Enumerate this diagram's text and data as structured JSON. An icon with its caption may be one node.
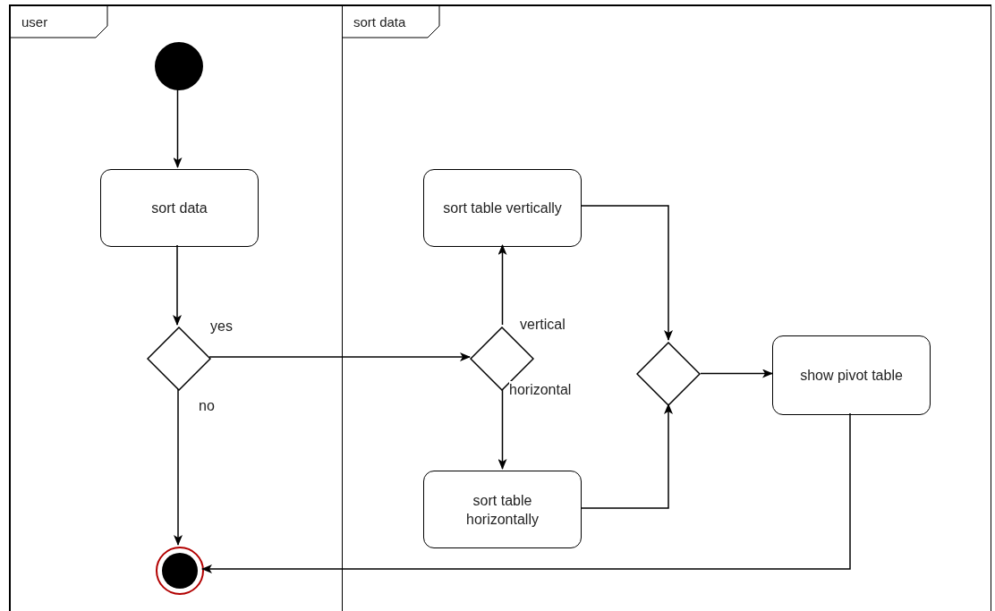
{
  "diagram": {
    "nodes": [
      {
        "text": [
          "user"
        ]
      },
      {
        "text": [
          "sort data"
        ]
      },
      {
        "text": [],
        "shape": "circle",
        "in": 0
      },
      {
        "text": [
          "sort data"
        ],
        "in": 0
      },
      {
        "text": [],
        "shape": "diamond",
        "in": 0
      },
      {
        "text": [],
        "shape": "bullseye",
        "in": 0
      },
      {
        "text": [],
        "shape": "diamond",
        "in": 1
      },
      {
        "text": [
          "sort table vertically"
        ],
        "in": 1
      },
      {
        "text": [
          "sort table horizontally"
        ],
        "in": 1
      },
      {
        "text": [],
        "shape": "diamond",
        "in": 1
      },
      {
        "text": [
          "show pivot table"
        ],
        "in": 1
      }
    ],
    "edges": [
      {
        "from": 2,
        "to": 3,
        "arrow": "to"
      },
      {
        "from": 3,
        "to": 4,
        "arrow": "to"
      },
      {
        "from": 4,
        "to": 6,
        "arrow": "to",
        "label": "yes"
      },
      {
        "from": 4,
        "to": 5,
        "arrow": "to",
        "label": "no"
      },
      {
        "from": 6,
        "to": 7,
        "arrow": "to",
        "label": "vertical"
      },
      {
        "from": 6,
        "to": 8,
        "arrow": "to",
        "label": "horizontal"
      },
      {
        "from": 7,
        "to": 9,
        "arrow": "to"
      },
      {
        "from": 8,
        "to": 9,
        "arrow": "to"
      },
      {
        "from": 9,
        "to": 10,
        "arrow": "to"
      },
      {
        "from": 10,
        "to": 5,
        "arrow": "to"
      }
    ]
  }
}
